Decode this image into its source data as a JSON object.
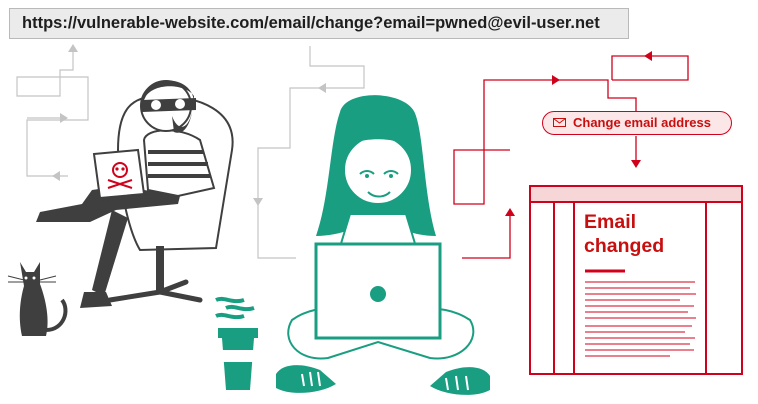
{
  "url_bar": {
    "text": "https://vulnerable-website.com/email/change?email=pwned@evil-user.net"
  },
  "request": {
    "label": "Change email address",
    "icon": "envelope-icon"
  },
  "document": {
    "heading_line1": "Email",
    "heading_line2": "changed"
  },
  "colors": {
    "attacker": "#3f3f3f",
    "victim": "#1a9e82",
    "server": "#d0021b",
    "flow_lines": "#c4c4c4"
  }
}
